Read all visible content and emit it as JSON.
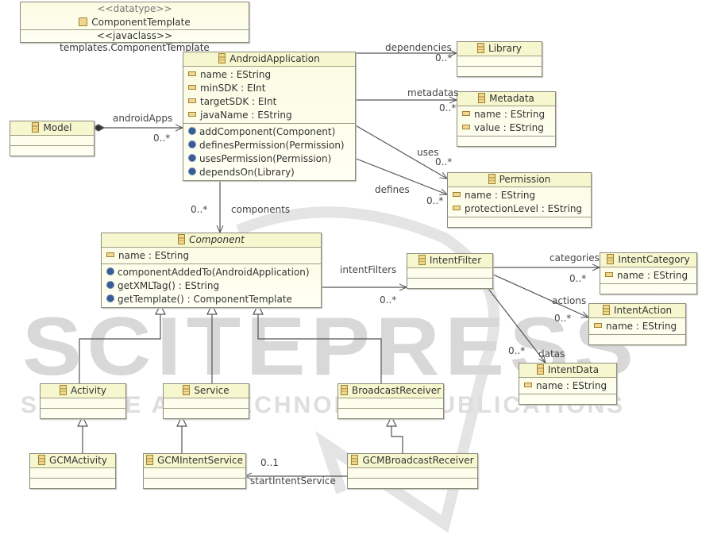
{
  "watermark": {
    "title": "SCITEPRESS",
    "subtitle": "SCIENCE AND TECHNOLOGY PUBLICATIONS"
  },
  "datatype": {
    "stereotype": "<<datatype>>",
    "name": "ComponentTemplate",
    "javaclass": "<<javaclass>> templates.ComponentTemplate"
  },
  "classes": [
    {
      "id": "AndroidApplication",
      "name": "AndroidApplication",
      "attributes": [
        "name : EString",
        "minSDK : EInt",
        "targetSDK : EInt",
        "javaName : EString"
      ],
      "operations": [
        "addComponent(Component)",
        "definesPermission(Permission)",
        "usesPermission(Permission)",
        "dependsOn(Library)"
      ]
    },
    {
      "id": "Model",
      "name": "Model",
      "attributes": [],
      "operations": []
    },
    {
      "id": "Library",
      "name": "Library",
      "attributes": [],
      "operations": []
    },
    {
      "id": "Metadata",
      "name": "Metadata",
      "attributes": [
        "name : EString",
        "value : EString"
      ],
      "operations": []
    },
    {
      "id": "Permission",
      "name": "Permission",
      "attributes": [
        "name : EString",
        "protectionLevel : EString"
      ],
      "operations": []
    },
    {
      "id": "Component",
      "name": "Component",
      "abstract": true,
      "attributes": [
        "name : EString"
      ],
      "operations": [
        "componentAddedTo(AndroidApplication)",
        "getXMLTag() : EString",
        "getTemplate() : ComponentTemplate"
      ]
    },
    {
      "id": "IntentFilter",
      "name": "IntentFilter",
      "attributes": [],
      "operations": []
    },
    {
      "id": "IntentCategory",
      "name": "IntentCategory",
      "attributes": [
        "name : EString"
      ],
      "operations": []
    },
    {
      "id": "IntentAction",
      "name": "IntentAction",
      "attributes": [
        "name : EString"
      ],
      "operations": []
    },
    {
      "id": "IntentData",
      "name": "IntentData",
      "attributes": [
        "name : EString"
      ],
      "operations": []
    },
    {
      "id": "Activity",
      "name": "Activity",
      "attributes": [],
      "operations": []
    },
    {
      "id": "Service",
      "name": "Service",
      "attributes": [],
      "operations": []
    },
    {
      "id": "BroadcastReceiver",
      "name": "BroadcastReceiver",
      "attributes": [],
      "operations": []
    },
    {
      "id": "GCMActivity",
      "name": "GCMActivity",
      "attributes": [],
      "operations": []
    },
    {
      "id": "GCMIntentService",
      "name": "GCMIntentService",
      "attributes": [],
      "operations": []
    },
    {
      "id": "GCMBroadcastReceiver",
      "name": "GCMBroadcastReceiver",
      "attributes": [],
      "operations": []
    }
  ],
  "associations": [
    {
      "id": "androidApps",
      "role": "androidApps",
      "multiplicity": "0..*"
    },
    {
      "id": "dependencies",
      "role": "dependencies",
      "multiplicity": "0..*"
    },
    {
      "id": "metadatas",
      "role": "metadatas",
      "multiplicity": "0..*"
    },
    {
      "id": "uses",
      "role": "uses",
      "multiplicity": "0..*"
    },
    {
      "id": "defines",
      "role": "defines",
      "multiplicity": "0..*"
    },
    {
      "id": "components",
      "role": "components",
      "multiplicity": "0..*"
    },
    {
      "id": "intentFilters",
      "role": "intentFilters",
      "multiplicity": "0..*"
    },
    {
      "id": "categories",
      "role": "categories",
      "multiplicity": "0..*"
    },
    {
      "id": "actions",
      "role": "actions",
      "multiplicity": "0..*"
    },
    {
      "id": "datas",
      "role": "datas",
      "multiplicity": "0..*"
    },
    {
      "id": "startIntentService",
      "role": "startIntentService",
      "multiplicity": "0..1"
    }
  ]
}
